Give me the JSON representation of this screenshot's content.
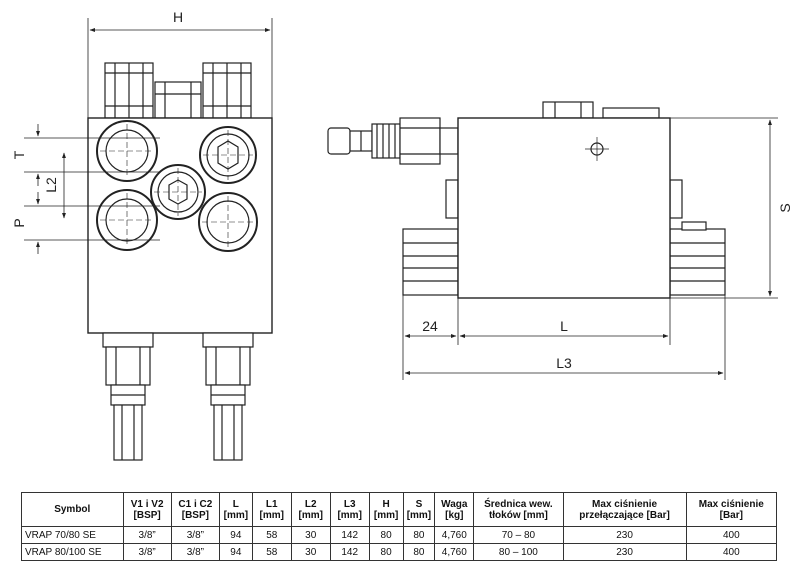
{
  "drawing": {
    "dimensions": {
      "H": "H",
      "T": "T",
      "L2": "L2",
      "P": "P",
      "S": "S",
      "d24": "24",
      "L": "L",
      "L3": "L3"
    }
  },
  "table": {
    "headers": [
      [
        "Symbol"
      ],
      [
        "V1 i V2",
        "[BSP]"
      ],
      [
        "C1 i C2",
        "[BSP]"
      ],
      [
        "L",
        "[mm]"
      ],
      [
        "L1",
        "[mm]"
      ],
      [
        "L2",
        "[mm]"
      ],
      [
        "L3",
        "[mm]"
      ],
      [
        "H",
        "[mm]"
      ],
      [
        "S",
        "[mm]"
      ],
      [
        "Waga",
        "[kg]"
      ],
      [
        "Średnica wew.",
        "tłoków [mm]"
      ],
      [
        "Max ciśnienie",
        "przełączające [Bar]"
      ],
      [
        "Max ciśnienie",
        "[Bar]"
      ]
    ],
    "rows": [
      [
        "VRAP 70/80 SE",
        "3/8”",
        "3/8”",
        "94",
        "58",
        "30",
        "142",
        "80",
        "80",
        "4,760",
        "70 – 80",
        "230",
        "400"
      ],
      [
        "VRAP 80/100 SE",
        "3/8”",
        "3/8”",
        "94",
        "58",
        "30",
        "142",
        "80",
        "80",
        "4,760",
        "80 – 100",
        "230",
        "400"
      ]
    ]
  }
}
